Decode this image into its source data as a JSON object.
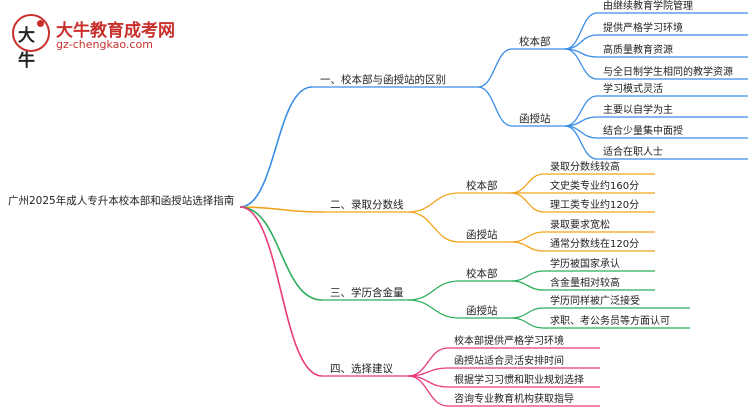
{
  "logo": {
    "title": "大牛教育成考网",
    "url": "gz-chengkao.com",
    "mark_glyph": "大牛",
    "brand_color": "#c9302c"
  },
  "root": "广州2025年成人专升本校本部和函授站选择指南",
  "branches": [
    {
      "label": "一、校本部与函授站的区别",
      "color": "#3a8ee6",
      "subs": [
        {
          "label": "校本部",
          "leaves": [
            "由继续教育学院管理",
            "提供严格学习环境",
            "高质量教育资源",
            "与全日制学生相同的教学资源"
          ]
        },
        {
          "label": "函授站",
          "leaves": [
            "学习模式灵活",
            "主要以自学为主",
            "结合少量集中面授",
            "适合在职人士"
          ]
        }
      ]
    },
    {
      "label": "二、录取分数线",
      "color": "#f0a31b",
      "subs": [
        {
          "label": "校本部",
          "leaves": [
            "录取分数线较高",
            "文史类专业约160分",
            "理工类专业约120分"
          ]
        },
        {
          "label": "函授站",
          "leaves": [
            "录取要求宽松",
            "通常分数线在120分"
          ]
        }
      ]
    },
    {
      "label": "三、学历含金量",
      "color": "#2eae5a",
      "subs": [
        {
          "label": "校本部",
          "leaves": [
            "学历被国家承认",
            "含金量相对较高"
          ]
        },
        {
          "label": "函授站",
          "leaves": [
            "学历同样被广泛接受",
            "求职、考公务员等方面认可"
          ]
        }
      ]
    },
    {
      "label": "四、选择建议",
      "color": "#e83a7c",
      "subs": [],
      "leaves": [
        "校本部提供严格学习环境",
        "函授站适合灵活安排时间",
        "根据学习习惯和职业规划选择",
        "咨询专业教育机构获取指导"
      ]
    }
  ]
}
